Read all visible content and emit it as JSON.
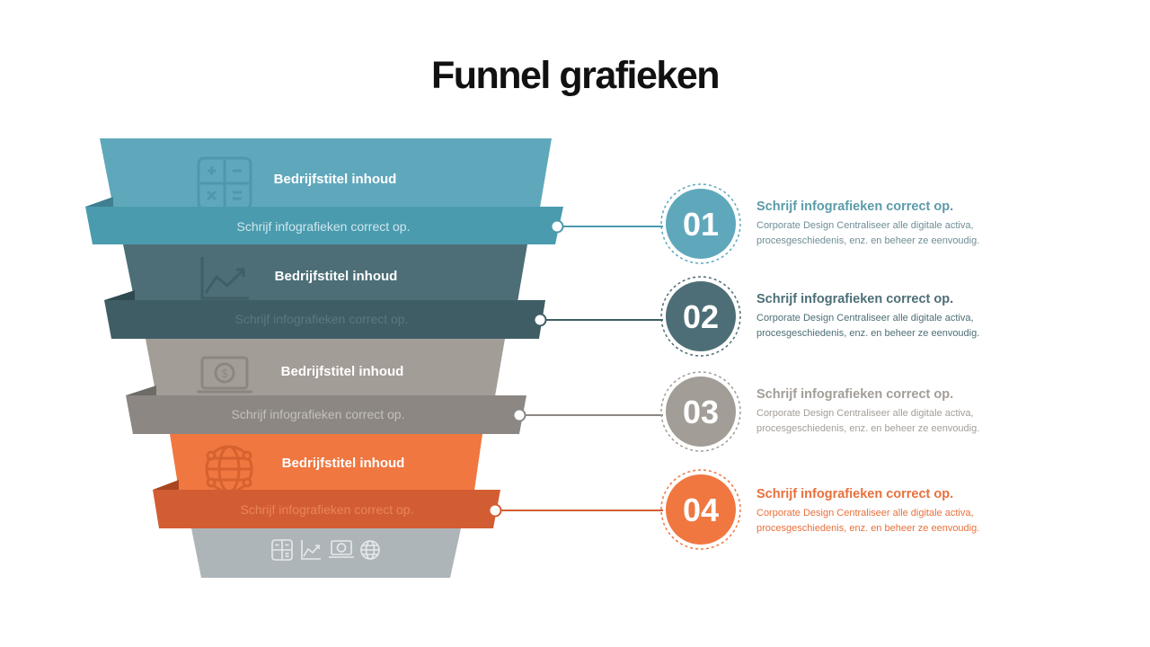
{
  "title": "Funnel grafieken",
  "colors": {
    "teal": "#5FA8BC",
    "teal_dark": "#4A9BAE",
    "slate": "#4D6E76",
    "slate_dark": "#3F5D65",
    "taupe": "#A39D97",
    "taupe_dark": "#8C8783",
    "orange": "#F07740",
    "orange_dark": "#D35D33",
    "gray_bottom": "#AEB5B9"
  },
  "stages": [
    {
      "number": "01",
      "icon": "calculator-icon",
      "band_title": "Bedrijfstitel inhoud",
      "band_subtitle": "Schrijf infografieken correct op.",
      "heading": "Schrijf infografieken correct op.",
      "desc_line1": "Corporate Design Centraliseer alle digitale activa,",
      "desc_line2": "procesgeschiedenis, enz. en beheer ze eenvoudig."
    },
    {
      "number": "02",
      "icon": "chart-up-icon",
      "band_title": "Bedrijfstitel inhoud",
      "band_subtitle": "Schrijf infografieken correct op.",
      "heading": "Schrijf infografieken correct op.",
      "desc_line1": "Corporate Design Centraliseer alle digitale activa,",
      "desc_line2": "procesgeschiedenis, enz. en beheer ze eenvoudig."
    },
    {
      "number": "03",
      "icon": "laptop-dollar-icon",
      "band_title": "Bedrijfstitel inhoud",
      "band_subtitle": "Schrijf infografieken correct op.",
      "heading": "Schrijf infografieken correct op.",
      "desc_line1": "Corporate Design Centraliseer alle digitale activa,",
      "desc_line2": "procesgeschiedenis, enz. en beheer ze eenvoudig."
    },
    {
      "number": "04",
      "icon": "globe-network-icon",
      "band_title": "Bedrijfstitel inhoud",
      "band_subtitle": "Schrijf infografieken correct op.",
      "heading": "Schrijf infografieken correct op.",
      "desc_line1": "Corporate Design Centraliseer alle digitale activa,",
      "desc_line2": "procesgeschiedenis, enz. en beheer ze eenvoudig."
    }
  ],
  "bottom_icons": [
    "calculator-icon",
    "chart-up-icon",
    "laptop-dollar-icon",
    "globe-network-icon"
  ]
}
